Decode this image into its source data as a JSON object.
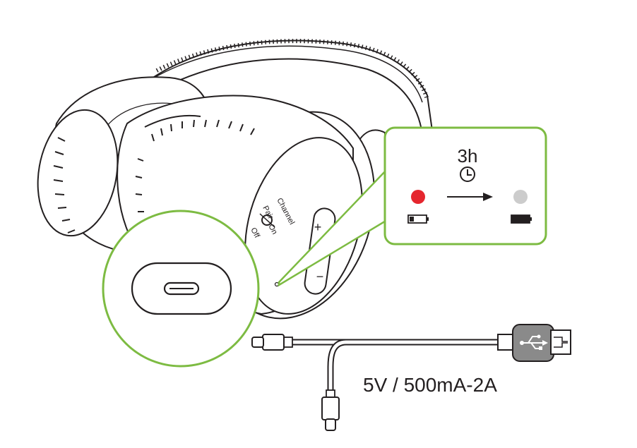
{
  "headphone": {
    "switch_labels": {
      "channel": "Channel",
      "pair": "Pair",
      "on": "On",
      "off": "Off"
    },
    "volume_labels": {
      "plus": "+",
      "minus": "−"
    }
  },
  "charging_callout": {
    "duration": "3h",
    "clock_icon": "clock-icon",
    "start_state": {
      "led_color": "#e5262e",
      "battery": "battery-low-icon"
    },
    "end_state": {
      "led_color": "#cccccc",
      "battery": "battery-full-icon"
    },
    "arrow_icon": "arrow-right-icon"
  },
  "port_callout": {
    "icon": "usb-c-port-icon"
  },
  "cable": {
    "usb_icon": "usb-symbol-icon",
    "power_spec": "5V / 500mA-2A"
  },
  "colors": {
    "callout_border": "#7dbb42",
    "line": "#231f20",
    "led_red": "#e5262e",
    "led_grey": "#cccccc",
    "usb_plug": "#8a8a8a"
  }
}
